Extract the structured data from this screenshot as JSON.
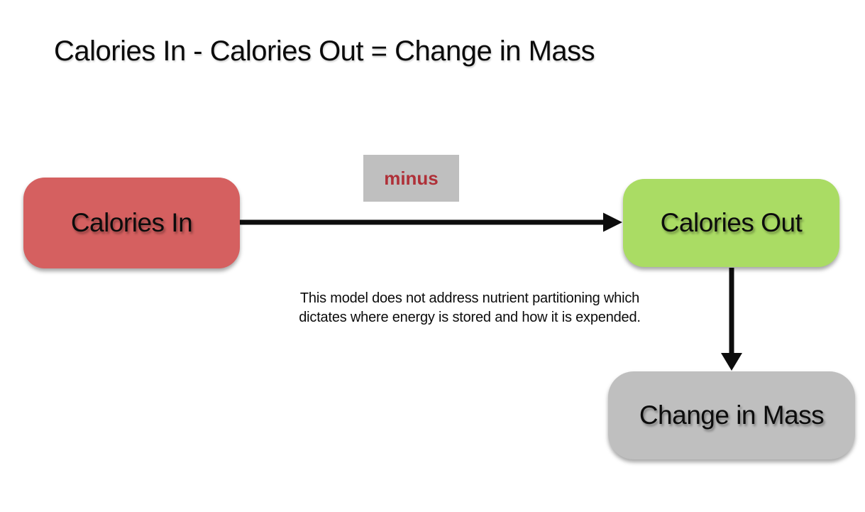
{
  "title": "Calories In - Calories Out = Change in Mass",
  "diagram": {
    "nodes": {
      "calories_in": {
        "label": "Calories In",
        "fill": "#d56060"
      },
      "calories_out": {
        "label": "Calories Out",
        "fill": "#aadc64"
      },
      "change_in_mass": {
        "label": "Change in Mass",
        "fill": "#bfbfbf"
      }
    },
    "operator_badge": {
      "label": "minus",
      "fill": "#bfbfbf",
      "text_color": "#af3038"
    },
    "note_line1": "This model does not address nutrient partitioning which",
    "note_line2": "dictates where energy is stored and how it is expended.",
    "arrow_color": "#0d0d0d"
  },
  "page": {
    "background": "#ffffff",
    "text_color": "#0b0b0b"
  }
}
